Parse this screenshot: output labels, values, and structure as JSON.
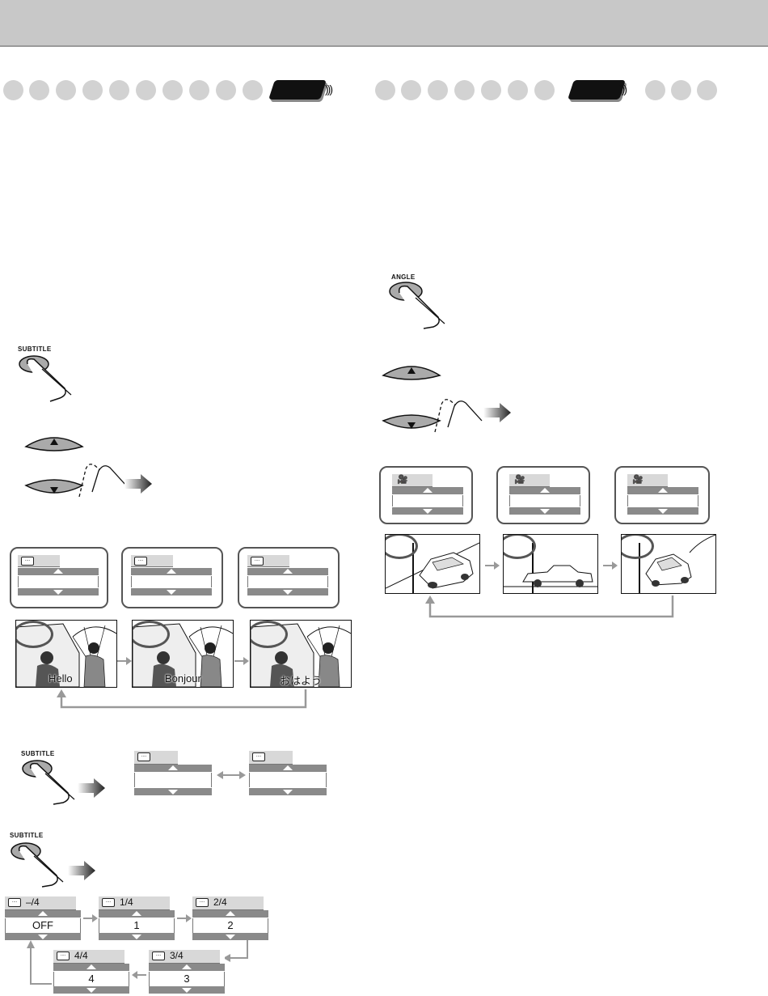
{
  "buttons": {
    "subtitle_label": "SUBTITLE",
    "angle_label": "ANGLE"
  },
  "subtitle_section": {
    "languages": [
      "Hello",
      "Bonjour",
      "おはよう"
    ],
    "selection_sequence": [
      {
        "count": "–/4",
        "value": "OFF"
      },
      {
        "count": "1/4",
        "value": "1"
      },
      {
        "count": "2/4",
        "value": "2"
      },
      {
        "count": "3/4",
        "value": "3"
      },
      {
        "count": "4/4",
        "value": "4"
      }
    ]
  },
  "colors": {
    "banner": "#c8c8c8",
    "dot": "#d2d2d2",
    "accent_gray": "#8a8a8a",
    "arrow_gray": "#999999"
  },
  "icons": [
    "subtitle-icon",
    "angle-camera-icon",
    "arrow-right-icon",
    "arrow-up-icon",
    "arrow-down-icon"
  ]
}
